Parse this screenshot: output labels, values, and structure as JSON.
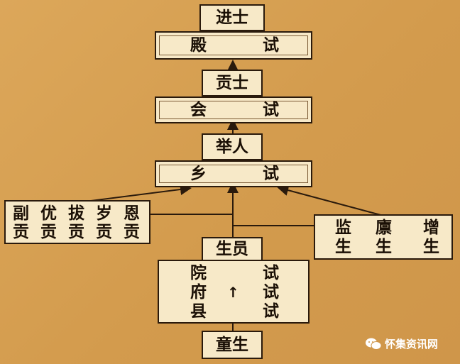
{
  "levels": {
    "jinshi": "进士",
    "dianshi": [
      "殿",
      "试"
    ],
    "gongshi": "贡士",
    "huishi": [
      "会",
      "试"
    ],
    "juren": "举人",
    "xiangshi": [
      "乡",
      "试"
    ],
    "shengyuan": "生员",
    "tongsheng": "童生"
  },
  "left_group": {
    "top": [
      "副",
      "优",
      "拔",
      "岁",
      "恩"
    ],
    "bottom": [
      "贡",
      "贡",
      "贡",
      "贡",
      "贡"
    ]
  },
  "right_group": {
    "top": [
      "监",
      "廪",
      "增"
    ],
    "bottom": [
      "生",
      "生",
      "生"
    ]
  },
  "county_exams": {
    "left": [
      "院",
      "府",
      "县"
    ],
    "right": [
      "试",
      "试",
      "试"
    ],
    "arrow": "↑"
  },
  "watermark": "怀集资讯网"
}
